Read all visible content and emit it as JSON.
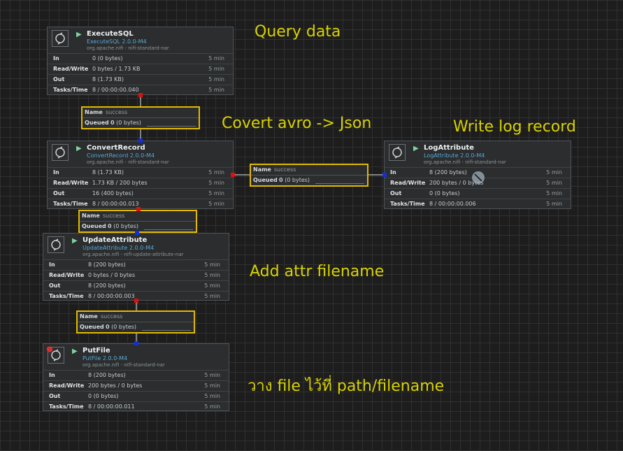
{
  "annotations": {
    "query": "Query data",
    "convert": "Covert avro -> Json",
    "log": "Write log record",
    "attr": "Add attr filename",
    "put": "วาง file ไว้ที่ path/filename"
  },
  "labels": {
    "in": "In",
    "read_write": "Read/Write",
    "out": "Out",
    "tasks_time": "Tasks/Time",
    "name": "Name",
    "queued": "Queued"
  },
  "processors": {
    "execute_sql": {
      "name": "ExecuteSQL",
      "type": "ExecuteSQL 2.0.0-M4",
      "bundle": "org.apache.nifi - nifi-standard-nar",
      "in": "0 (0 bytes)",
      "read_write": "0 bytes / 1.73 KB",
      "out": "8 (1.73 KB)",
      "tasks": "8 / 00:00:00.040",
      "period": "5 min"
    },
    "convert_record": {
      "name": "ConvertRecord",
      "type": "ConvertRecord 2.0.0-M4",
      "bundle": "org.apache.nifi - nifi-standard-nar",
      "in": "8 (1.73 KB)",
      "read_write": "1.73 KB / 200 bytes",
      "out": "16 (400 bytes)",
      "tasks": "8 / 00:00:00.013",
      "period": "5 min"
    },
    "log_attribute": {
      "name": "LogAttribute",
      "type": "LogAttribute 2.0.0-M4",
      "bundle": "org.apache.nifi - nifi-standard-nar",
      "in": "8 (200 bytes)",
      "read_write": "200 bytes / 0 bytes",
      "out": "0 (0 bytes)",
      "tasks": "8 / 00:00:00.006",
      "period": "5 min"
    },
    "update_attribute": {
      "name": "UpdateAttribute",
      "type": "UpdateAttribute 2.0.0-M4",
      "bundle": "org.apache.nifi - nifi-update-attribute-nar",
      "in": "8 (200 bytes)",
      "read_write": "0 bytes / 0 bytes",
      "out": "8 (200 bytes)",
      "tasks": "8 / 00:00:00.003",
      "period": "5 min"
    },
    "put_file": {
      "name": "PutFile",
      "type": "PutFile 2.0.0-M4",
      "bundle": "org.apache.nifi - nifi-standard-nar",
      "in": "8 (200 bytes)",
      "read_write": "200 bytes / 0 bytes",
      "out": "0 (0 bytes)",
      "tasks": "8 / 00:00:00.011",
      "period": "5 min"
    }
  },
  "connections": {
    "c1": {
      "name": "success",
      "queued_count": "0",
      "queued_size": "(0 bytes)"
    },
    "c2": {
      "name": "success",
      "queued_count": "0",
      "queued_size": "(0 bytes)"
    },
    "c3": {
      "name": "success",
      "queued_count": "0",
      "queued_size": "(0 bytes)"
    },
    "c4": {
      "name": "success",
      "queued_count": "0",
      "queued_size": "(0 bytes)"
    }
  },
  "colors": {
    "canvas": "#1d1d1d",
    "connection_border": "#e3b900",
    "annotation": "#d8d200",
    "run_icon": "#7fd39e",
    "type_text": "#5aa8d6"
  }
}
